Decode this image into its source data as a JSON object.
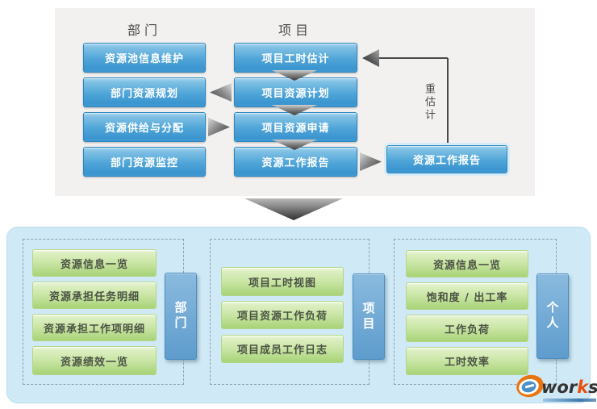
{
  "colors": {
    "top-panel-bg": "#f2f1f0",
    "bottom-panel-bg": "#cfe9f6",
    "bottom-panel-border": "#bdddee",
    "blue-box-light": "#a9d6ee",
    "blue-box-dark": "#3b95cf",
    "blue-box-border": "#2d86bf",
    "green-box-light": "#eff8e2",
    "green-box-dark": "#a8d377",
    "green-box-border": "#b3d687",
    "green-box-text": "#4b5244",
    "tab-light": "#8abade",
    "tab-dark": "#5e9ccd",
    "arrow-gray-light": "#c9c9c9",
    "arrow-gray-dark": "#3c3c3c",
    "line-color": "#4a4a4a",
    "dashed-border": "#90a0ac",
    "header-text": "#4a4a4a",
    "logo-orange": "#e87511",
    "logo-accent": "#e8500a",
    "logo-dark": "#333333",
    "logo-blue": "#4a90c8"
  },
  "top_section": {
    "dept_header": "部门",
    "proj_header": "项目",
    "dept_boxes": [
      "资源池信息维护",
      "部门资源规划",
      "资源供给与分配",
      "部门资源监控"
    ],
    "proj_boxes": [
      "项目工时估计",
      "项目资源计划",
      "项目资源申请",
      "资源工作报告"
    ],
    "feedback_box": "资源工作报告",
    "feedback_label": "重估计"
  },
  "bottom_section": {
    "groups": [
      {
        "tab": "部门",
        "boxes": [
          "资源信息一览",
          "资源承担任务明细",
          "资源承担工作项明细",
          "资源绩效一览"
        ]
      },
      {
        "tab": "项目",
        "boxes": [
          "项目工时视图",
          "项目资源工作负荷",
          "项目成员工作日志"
        ]
      },
      {
        "tab": "个人",
        "boxes": [
          "资源信息一览",
          "饱和度 / 出工率",
          "工作负荷",
          "工时效率"
        ]
      }
    ]
  },
  "logo": {
    "part1": "wor",
    "accent": "k",
    "part2": "s"
  }
}
